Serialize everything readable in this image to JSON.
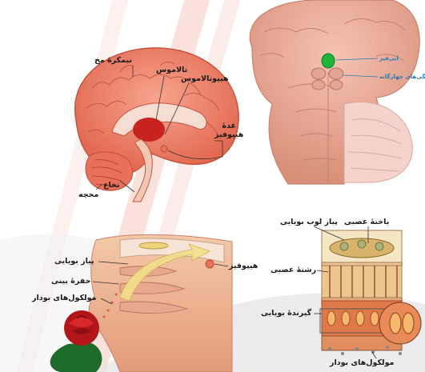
{
  "colors": {
    "brand_stripe": "#c9302c",
    "watermark": "#f5c6c0",
    "label_blue": "#2a7ab8"
  },
  "brain_section": {
    "labels": {
      "hemisphere": "نیمکرهٔ مخ",
      "thalamus": "تالاموس",
      "hypothalamus": "هیپوتالاموس",
      "pituitary_gland": "غدهٔ\nهیپوفیز",
      "cerebellum": "مخچه",
      "medulla": "نخاع"
    }
  },
  "brainstem_view": {
    "labels": {
      "pineal": "اپی‌فیز",
      "quadrigeminal": "برجستگی‌های چهارگانه"
    }
  },
  "nose_section": {
    "labels": {
      "olfactory_bulb": "پیاز بویایی",
      "nasal_cavity": "حفرهٔ بینی",
      "odor_molecules": "مولکول‌های بودار",
      "pituitary": "هیپوفیز"
    }
  },
  "olfactory_detail": {
    "labels": {
      "neuron": "یاختهٔ عصبی",
      "olfactory_lobe_bulb": "پیاز لوب بویایی",
      "nerve_fiber": "رشتهٔ عصبی",
      "olfactory_receptor": "گیرندهٔ بویایی",
      "odor_molecules": "مولکول‌های بودار"
    }
  }
}
